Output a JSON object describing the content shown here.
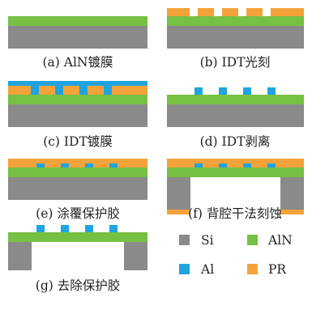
{
  "colors": {
    "si": "#8a8a8a",
    "aln": "#76c043",
    "al": "#1fa4e0",
    "pr": "#f4a23a"
  },
  "steps": [
    {
      "label": "(a) AlN镀膜"
    },
    {
      "label": "(b) IDT光刻"
    },
    {
      "label": "(c) IDT镀膜"
    },
    {
      "label": "(d) IDT剥离"
    },
    {
      "label": "(e) 涂覆保护胶"
    },
    {
      "label": "(f) 背腔干法刻蚀"
    },
    {
      "label": "(g) 去除保护胶"
    }
  ],
  "legend": [
    {
      "label": "Si",
      "color_key": "si"
    },
    {
      "label": "AlN",
      "color_key": "aln"
    },
    {
      "label": "Al",
      "color_key": "al"
    },
    {
      "label": "PR",
      "color_key": "pr"
    }
  ]
}
